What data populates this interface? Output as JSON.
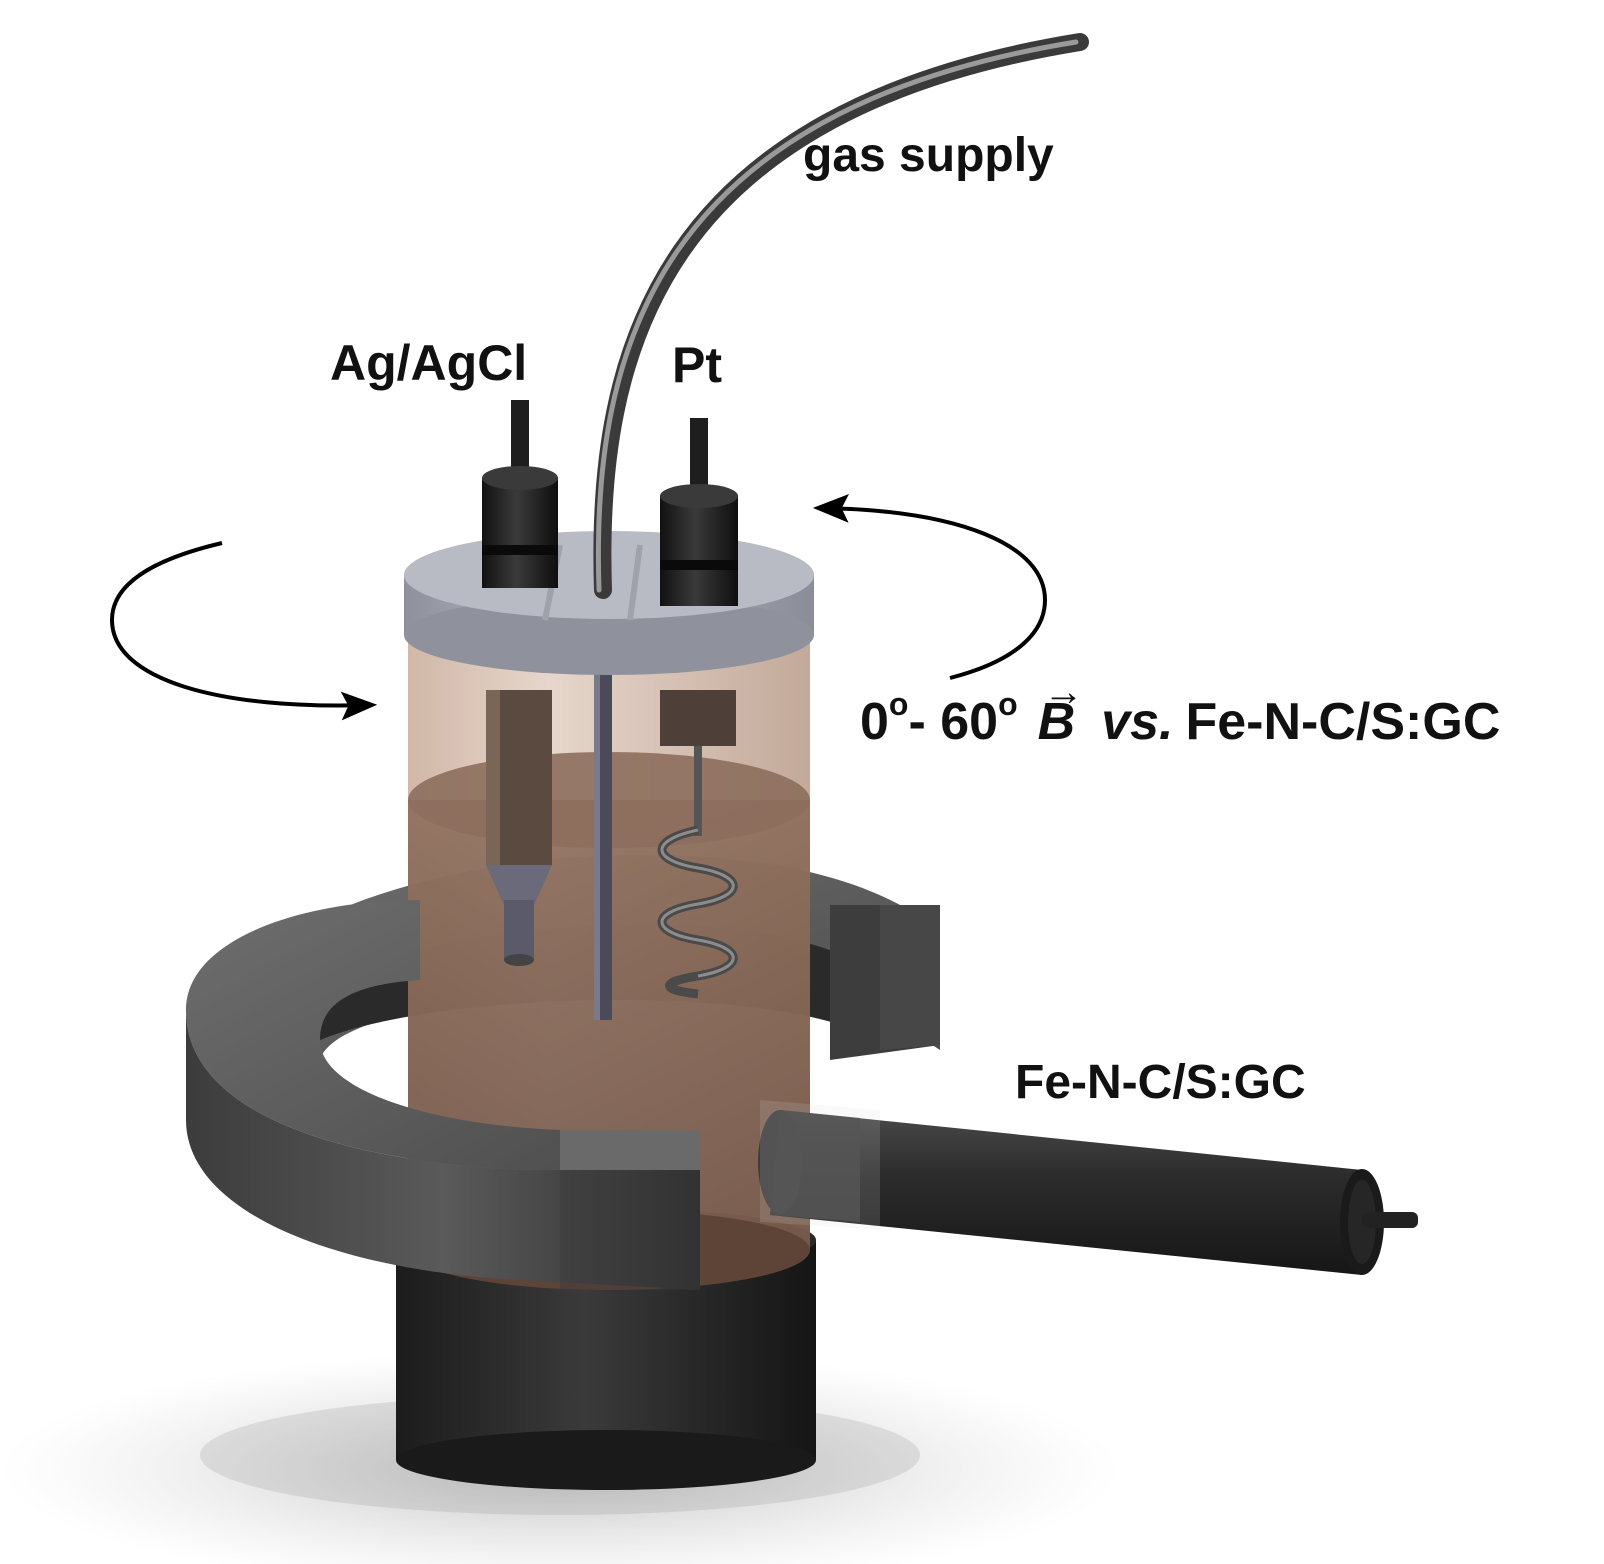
{
  "labels": {
    "gas_supply": "gas supply",
    "reference_electrode": "Ag/AgCl",
    "counter_electrode": "Pt",
    "working_electrode": "Fe-N-C/S:GC",
    "angle_start": "0",
    "angle_end": "60",
    "degree_mark": "o",
    "angle_separator": "-",
    "field_symbol": "B",
    "field_vector_arrow": "→",
    "versus": "vs.",
    "angle_target": "Fe-N-C/S:GC"
  },
  "colors": {
    "solution": "#7a5a48",
    "magnet": "#505050",
    "lid": "#a6aab4",
    "electrode_cap": "#222222",
    "arrow": "#000000",
    "text": "#111111"
  }
}
